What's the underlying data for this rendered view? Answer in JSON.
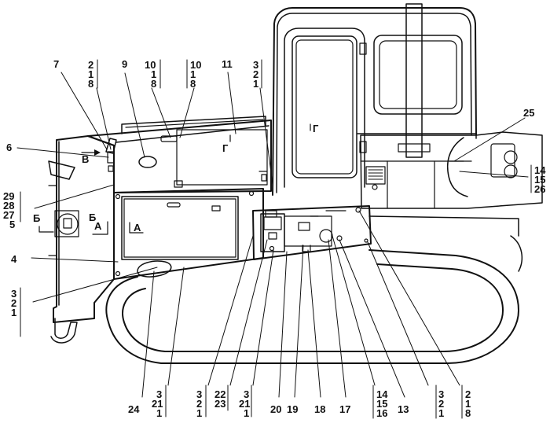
{
  "callouts": [
    {
      "id": "c7",
      "lines": [
        "7"
      ]
    },
    {
      "id": "c218a",
      "lines": [
        "2",
        "1",
        "8"
      ]
    },
    {
      "id": "c9",
      "lines": [
        "9"
      ]
    },
    {
      "id": "c10a",
      "lines": [
        "10",
        "1",
        "8"
      ]
    },
    {
      "id": "c10b",
      "lines": [
        "10",
        "1",
        "8"
      ]
    },
    {
      "id": "c11",
      "lines": [
        "11"
      ]
    },
    {
      "id": "c321top",
      "lines": [
        "3",
        "2",
        "1"
      ]
    },
    {
      "id": "c25",
      "lines": [
        "25"
      ]
    },
    {
      "id": "c6",
      "lines": [
        "6"
      ]
    },
    {
      "id": "c29",
      "lines": [
        "29",
        "28",
        "27",
        "5"
      ]
    },
    {
      "id": "c141526r",
      "lines": [
        "14",
        "15",
        "26"
      ]
    },
    {
      "id": "c4",
      "lines": [
        "4"
      ]
    },
    {
      "id": "c321left",
      "lines": [
        "3",
        "2",
        "1"
      ]
    },
    {
      "id": "c24",
      "lines": [
        "24"
      ]
    },
    {
      "id": "c3211a",
      "lines": [
        "3",
        "21",
        "1"
      ]
    },
    {
      "id": "c321b",
      "lines": [
        "3",
        "2",
        "1"
      ]
    },
    {
      "id": "c2223",
      "lines": [
        "22",
        "23"
      ]
    },
    {
      "id": "c3211b",
      "lines": [
        "3",
        "21",
        "1"
      ]
    },
    {
      "id": "c20",
      "lines": [
        "20"
      ]
    },
    {
      "id": "c19",
      "lines": [
        "19"
      ]
    },
    {
      "id": "c18",
      "lines": [
        "18"
      ]
    },
    {
      "id": "c17",
      "lines": [
        "17"
      ]
    },
    {
      "id": "c141516",
      "lines": [
        "14",
        "15",
        "16"
      ]
    },
    {
      "id": "c13",
      "lines": [
        "13"
      ]
    },
    {
      "id": "c321c",
      "lines": [
        "3",
        "2",
        "1"
      ]
    },
    {
      "id": "c218b",
      "lines": [
        "2",
        "1",
        "8"
      ]
    }
  ],
  "section_marks": {
    "b_top": "В",
    "g_left": "Г",
    "g_right": "Г",
    "a_left": "А",
    "a_right": "А",
    "b_left": "Б",
    "b_right": "Б"
  }
}
